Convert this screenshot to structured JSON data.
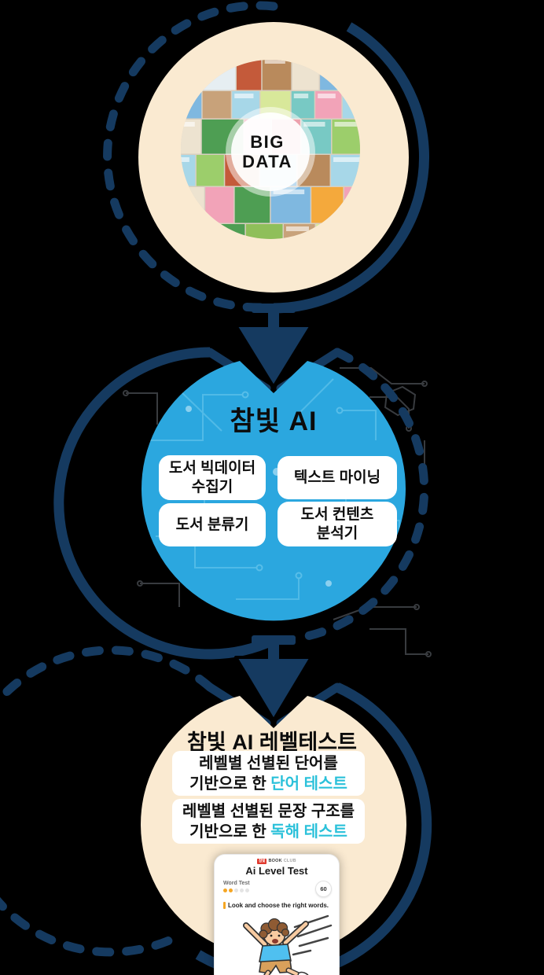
{
  "colors": {
    "navy": "#153A60",
    "cream": "#FAEAD1",
    "sky_blue": "#2BA7DF",
    "circuit_light": "#58BEE9",
    "circuit_gray": "#3f4246",
    "cyan_accent": "#2BC1DA",
    "orange_accent": "#F5A623",
    "badge_red": "#E0392E",
    "collage_palette": [
      "#C8A27A",
      "#8FBF5A",
      "#4E9E53",
      "#A7D7E8",
      "#D9435A",
      "#F2A3B8",
      "#78C9C4",
      "#F4A93C",
      "#EDE3D0",
      "#7FB8E0",
      "#B98A5C",
      "#D8E89A",
      "#F5D95C",
      "#9CCE6B",
      "#E6EEF2",
      "#C45A3A"
    ]
  },
  "big_data": {
    "line1": "BIG",
    "line2": "DATA"
  },
  "ai_circle": {
    "title": "참빛 AI",
    "boxes": [
      {
        "line1": "도서 빅데이터",
        "line2": "수집기"
      },
      {
        "line1": "텍스트 마이닝",
        "line2": ""
      },
      {
        "line1": "도서 분류기",
        "line2": ""
      },
      {
        "line1": "도서 컨텐츠",
        "line2": "분석기"
      }
    ]
  },
  "level_test": {
    "title": "참빛 AI 레벨테스트",
    "items": [
      {
        "line1": "레벨별 선별된 단어를",
        "line2_prefix": "기반으로 한 ",
        "line2_highlight": "단어 테스트"
      },
      {
        "line1": "레벨별 선별된 문장 구조를",
        "line2_prefix": "기반으로 한 ",
        "line2_highlight": "독해 테스트"
      }
    ],
    "phone": {
      "brand_badge": "참빛",
      "brand_bold": "BOOK",
      "brand_light": "CLUB",
      "app_title": "Ai Level Test",
      "section_label": "Word Test",
      "progress_done": 2,
      "progress_total": 5,
      "score": "60",
      "instruction": "Look and choose the right words."
    }
  }
}
